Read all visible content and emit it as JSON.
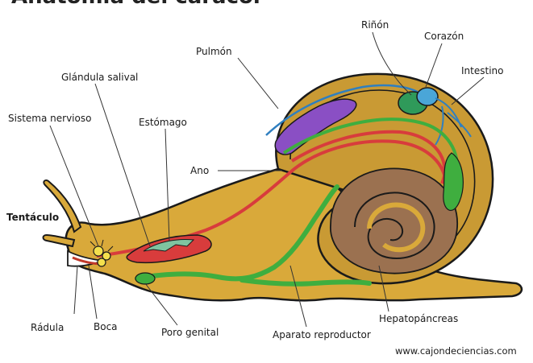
{
  "title": "Anatomía del caracol",
  "labels": {
    "rinon": "Riñón",
    "corazon": "Corazón",
    "pulmon": "Pulmón",
    "intestino": "Intestino",
    "glandula_salival": "Glándula salival",
    "sistema_nervioso": "Sistema nervioso",
    "estomago": "Estómago",
    "ano": "Ano",
    "tentaculo": "Tentáculo",
    "radula": "Rádula",
    "boca": "Boca",
    "poro_genital": "Poro genital",
    "aparato_reproductor": "Aparato reproductor",
    "hepatopancreas": "Hepatopáncreas"
  },
  "source": "www.cajondeciencias.com",
  "colors": {
    "body": "#d9a93a",
    "shell": "#c99a34",
    "hepatopancreas": "#9b7150",
    "lung": "#8a4fc4",
    "kidney": "#2f9a5a",
    "heart": "#4aa6d8",
    "digestive": "#d83c3c",
    "reproductive": "#3fae3f",
    "outline": "#1a1a1a"
  }
}
